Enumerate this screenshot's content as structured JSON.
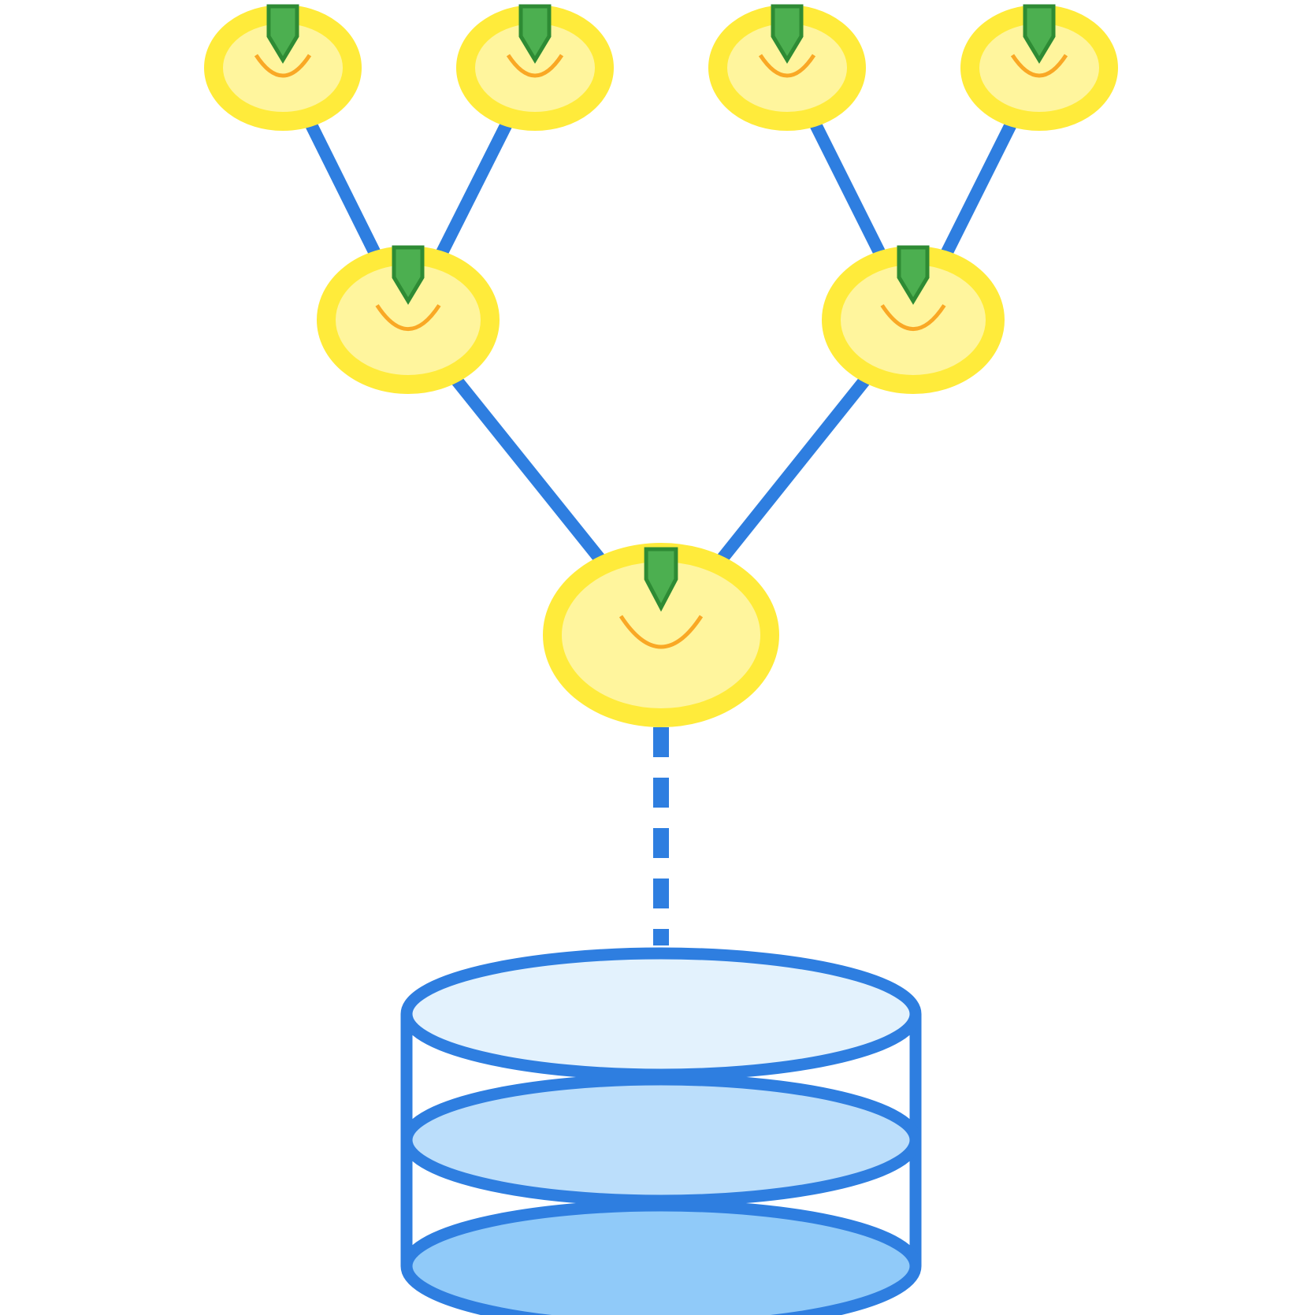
{
  "diagram": {
    "kind": "binary tree of nodes above a stacked database",
    "colors": {
      "background": "#ffffff",
      "edge": "#2e7ee0",
      "node_fill": "#fff59d",
      "node_border": "#ffeb3b",
      "smile": "#f9a825",
      "tag_fill": "#4caf50",
      "tag_border": "#2e8b34",
      "db_stroke": "#2e7ee0",
      "db_layer_fills": [
        "#e3f2fd",
        "#bbdefb",
        "#90caf9"
      ]
    },
    "nodes": [
      {
        "id": "root",
        "level": 0,
        "icon": "tag-icon",
        "face": "smile-icon"
      },
      {
        "id": "left",
        "level": 1,
        "icon": "tag-icon",
        "face": "smile-icon"
      },
      {
        "id": "right",
        "level": 1,
        "icon": "tag-icon",
        "face": "smile-icon"
      },
      {
        "id": "left-left",
        "level": 2,
        "icon": "tag-icon",
        "face": "smile-icon"
      },
      {
        "id": "left-right",
        "level": 2,
        "icon": "tag-icon",
        "face": "smile-icon"
      },
      {
        "id": "right-left",
        "level": 2,
        "icon": "tag-icon",
        "face": "smile-icon"
      },
      {
        "id": "right-right",
        "level": 2,
        "icon": "tag-icon",
        "face": "smile-icon"
      }
    ],
    "edges": [
      {
        "from": "root",
        "to": "left",
        "style": "solid"
      },
      {
        "from": "root",
        "to": "right",
        "style": "solid"
      },
      {
        "from": "left",
        "to": "left-left",
        "style": "solid"
      },
      {
        "from": "left",
        "to": "left-right",
        "style": "solid"
      },
      {
        "from": "right",
        "to": "right-left",
        "style": "solid"
      },
      {
        "from": "right",
        "to": "right-right",
        "style": "solid"
      },
      {
        "from": "root",
        "to": "database",
        "style": "dashed"
      }
    ],
    "database": {
      "icon": "database-icon",
      "layers": 3
    }
  }
}
